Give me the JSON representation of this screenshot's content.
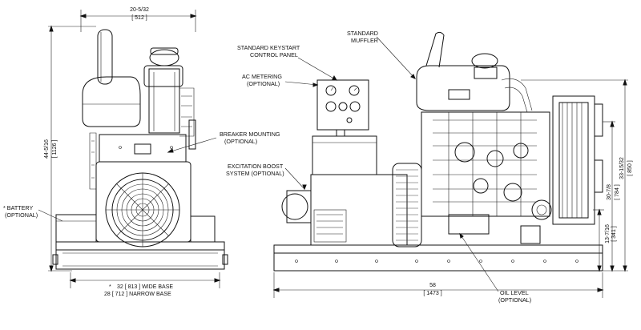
{
  "front_view": {
    "top_width_dim": "20-5/32",
    "top_width_mm": "[ 512 ]",
    "height_dim": "44-5/16",
    "height_mm": "[ 1126 ]",
    "base_wide": "32   [ 813 ]  WIDE BASE",
    "base_narrow": "28 [ 712 ] NARROW BASE",
    "base_asterisk": "*",
    "battery_line1": "* BATTERY",
    "battery_line2": "(OPTIONAL)",
    "breaker_line1": "BREAKER MOUNTING",
    "breaker_line2": "(OPTIONAL)"
  },
  "side_view": {
    "keystart_line1": "STANDARD KEYSTART",
    "keystart_line2": "CONTROL PANEL",
    "metering_line1": "AC METERING",
    "metering_line2": "(OPTIONAL)",
    "muffler_line1": "STANDARD",
    "muffler_line2": "MUFFLER",
    "excitation_line1": "EXCITATION BOOST",
    "excitation_line2": "SYSTEM (OPTIONAL)",
    "oil_line1": "OIL LEVEL",
    "oil_line2": "(OPTIONAL)",
    "length_dim": "58",
    "length_mm": "[ 1473 ]",
    "height_total_dim": "33-15/32",
    "height_total_mm": "[ 850 ]",
    "height_mid_dim": "30-7/8",
    "height_mid_mm": "[ 784 ]",
    "height_low_dim": "13-7/16",
    "height_low_mm": "[ 341 ]"
  }
}
